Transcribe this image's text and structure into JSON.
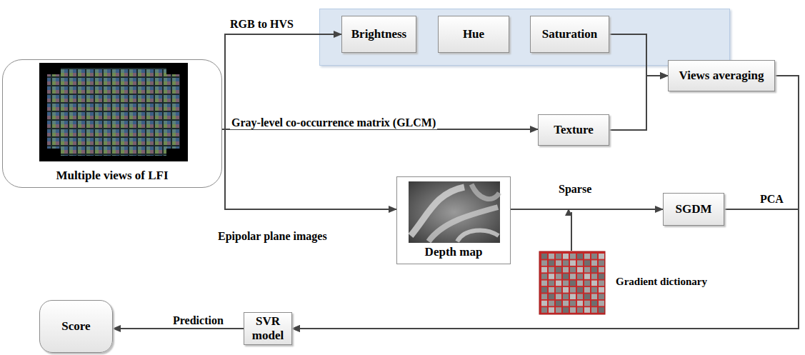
{
  "diagram": {
    "nodes": [
      {
        "text": [
          "Multiple views of LFI"
        ]
      },
      {
        "text": [
          "Brightness"
        ]
      },
      {
        "text": [
          "Hue"
        ]
      },
      {
        "text": [
          "Saturation"
        ]
      },
      {
        "text": [
          "Views averaging"
        ]
      },
      {
        "text": [
          "Texture"
        ]
      },
      {
        "text": [
          "Depth map"
        ]
      },
      {
        "text": [
          "SGDM"
        ]
      },
      {
        "text": [
          "SVR model"
        ]
      },
      {
        "text": [
          "Score"
        ]
      }
    ],
    "edges": [
      {
        "from": 0,
        "to": 1,
        "arrow": "to",
        "label": "RGB to HVS"
      },
      {
        "from": 0,
        "to": 5,
        "arrow": "to",
        "label": "Gray-level co-occurrence matrix (GLCM)"
      },
      {
        "from": 0,
        "to": 6,
        "arrow": "to",
        "label": "Epipolar plane images"
      },
      {
        "from": 3,
        "to": 4,
        "arrow": "to"
      },
      {
        "from": 5,
        "to": 4,
        "arrow": "to"
      },
      {
        "from": 6,
        "to": 7,
        "arrow": "to",
        "label": "Sparse"
      },
      {
        "from": 7,
        "to": 8,
        "arrow": "to",
        "label": "PCA"
      },
      {
        "from": 4,
        "to": 8,
        "arrow": "to"
      },
      {
        "from": 8,
        "to": 9,
        "arrow": "to",
        "label": "Prediction"
      }
    ],
    "labels": [
      "Gradient dictionary"
    ]
  }
}
